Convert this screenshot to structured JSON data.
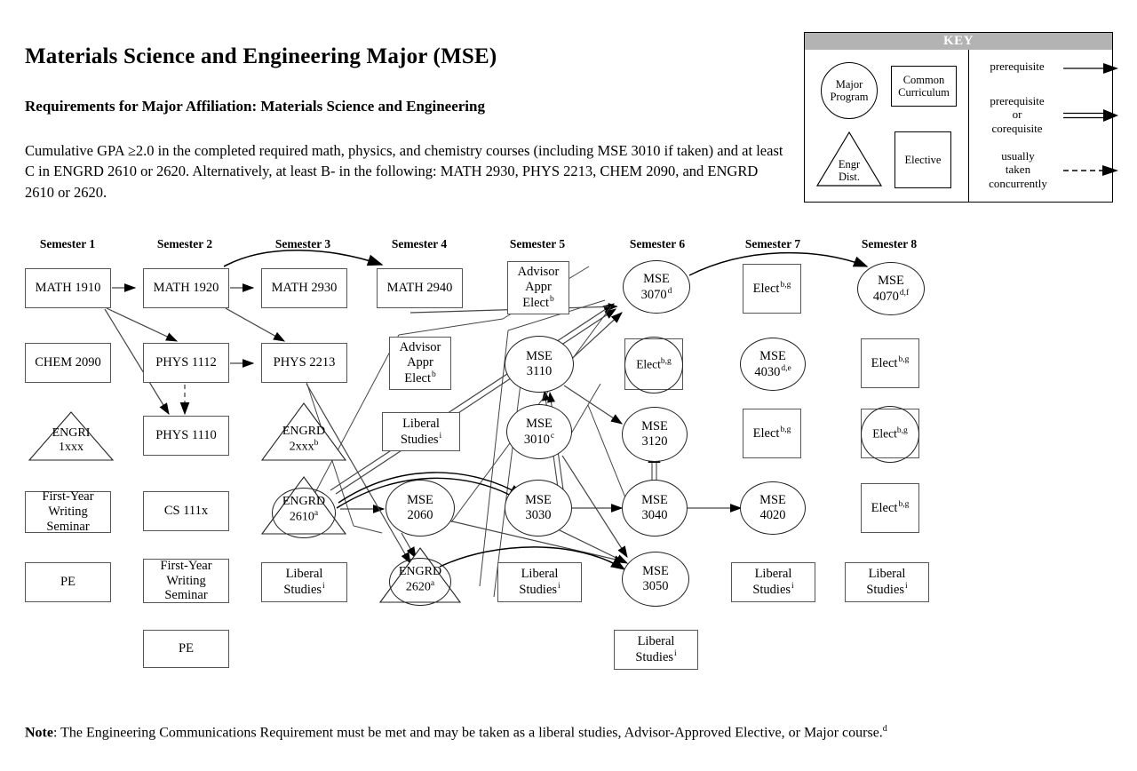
{
  "header": {
    "title": "Materials Science and Engineering Major (MSE)",
    "subtitle": "Requirements for Major Affiliation:  Materials Science and Engineering",
    "requirements": "Cumulative GPA ≥2.0 in the completed required math, physics, and chemistry courses (including MSE 3010 if taken) and at least C in ENGRD 2610 or 2620. Alternatively, at least B- in the following: MATH 2930, PHYS 2213, CHEM 2090, and ENGRD 2610 or 2620."
  },
  "note": {
    "label": "Note",
    "text": ": The Engineering Communications Requirement must be met and may be taken as a liberal studies, Advisor-Approved Elective, or Major course.",
    "sup": "d"
  },
  "key": {
    "title": "KEY",
    "shapes": [
      {
        "name": "major-program",
        "label": "Major\nProgram",
        "shape": "circle"
      },
      {
        "name": "common-curriculum",
        "label": "Common\nCurriculum",
        "shape": "rect"
      },
      {
        "name": "engr-dist",
        "label": "Engr\nDist.",
        "shape": "triangle"
      },
      {
        "name": "elective",
        "label": "Elective",
        "shape": "rect"
      }
    ],
    "legend": [
      {
        "name": "prerequisite",
        "label": "prerequisite",
        "style": "solid-arrow"
      },
      {
        "name": "prereq-or-coreq",
        "label": "prerequisite\nor\ncorequisite",
        "style": "double-arrow"
      },
      {
        "name": "usually-concurrent",
        "label": "usually\ntaken\nconcurrently",
        "style": "dashed-arrow"
      }
    ]
  },
  "semesters": [
    {
      "label": "Semester 1"
    },
    {
      "label": "Semester 2"
    },
    {
      "label": "Semester 3"
    },
    {
      "label": "Semester 4"
    },
    {
      "label": "Semester 5"
    },
    {
      "label": "Semester 6"
    },
    {
      "label": "Semester 7"
    },
    {
      "label": "Semester 8"
    }
  ],
  "nodes": {
    "math1910": {
      "label": "MATH 1910",
      "type": "common-curriculum"
    },
    "chem2090": {
      "label": "CHEM 2090",
      "type": "common-curriculum"
    },
    "engri1xxx": {
      "label": "ENGRI\n1xxx",
      "type": "common-curriculum"
    },
    "fws1": {
      "label": "First-Year\nWriting\nSeminar",
      "type": "common-curriculum"
    },
    "pe1": {
      "label": "PE",
      "type": "common-curriculum"
    },
    "math1920": {
      "label": "MATH 1920",
      "type": "common-curriculum"
    },
    "phys1112": {
      "label": "PHYS 1112",
      "type": "common-curriculum"
    },
    "phys1110": {
      "label": "PHYS 1110",
      "type": "common-curriculum"
    },
    "cs111x": {
      "label": "CS 111x",
      "type": "common-curriculum"
    },
    "fws2": {
      "label": "First-Year\nWriting\nSeminar",
      "type": "common-curriculum"
    },
    "pe2": {
      "label": "PE",
      "type": "common-curriculum"
    },
    "math2930": {
      "label": "MATH 2930",
      "type": "common-curriculum"
    },
    "phys2213": {
      "label": "PHYS 2213",
      "type": "common-curriculum"
    },
    "engrd2xxx": {
      "label": "ENGRD\n2xxx",
      "sup": "b",
      "type": "engr-dist"
    },
    "engrd2610": {
      "label": "ENGRD\n2610",
      "sup": "a",
      "type": "engr-dist-major"
    },
    "libstud3": {
      "label": "Liberal\nStudies",
      "sup": "i",
      "type": "common-curriculum"
    },
    "math2940": {
      "label": "MATH 2940",
      "type": "common-curriculum"
    },
    "advelect4": {
      "label": "Advisor\nAppr\nElect",
      "sup": "b",
      "type": "elective"
    },
    "libstud4": {
      "label": "Liberal\nStudies",
      "sup": "i",
      "type": "common-curriculum"
    },
    "mse2060": {
      "label": "MSE\n2060",
      "type": "major-program"
    },
    "engrd2620": {
      "label": "ENGRD\n2620",
      "sup": "a",
      "type": "engr-dist-major"
    },
    "advelect5": {
      "label": "Advisor\nAppr\nElect",
      "sup": "b",
      "type": "elective"
    },
    "mse3110": {
      "label": "MSE\n3110",
      "type": "major-program"
    },
    "mse3010": {
      "label": "MSE\n3010",
      "sup": "c",
      "type": "major-program"
    },
    "mse3030": {
      "label": "MSE\n3030",
      "type": "major-program"
    },
    "libstud5": {
      "label": "Liberal\nStudies",
      "sup": "i",
      "type": "common-curriculum"
    },
    "mse3070": {
      "label": "MSE\n3070",
      "sup": "d",
      "type": "major-program"
    },
    "elect6": {
      "label": "Elect",
      "sup": "b,g",
      "type": "elective-major"
    },
    "mse3120": {
      "label": "MSE\n3120",
      "type": "major-program"
    },
    "mse3040": {
      "label": "MSE\n3040",
      "type": "major-program"
    },
    "mse3050": {
      "label": "MSE\n3050",
      "type": "major-program"
    },
    "libstud6": {
      "label": "Liberal\nStudies",
      "sup": "i",
      "type": "common-curriculum"
    },
    "elect7a": {
      "label": "Elect",
      "sup": "b,g",
      "type": "elective"
    },
    "mse4030": {
      "label": "MSE\n4030",
      "sup": "d,e",
      "type": "major-program"
    },
    "elect7b": {
      "label": "Elect",
      "sup": "b,g",
      "type": "elective"
    },
    "mse4020": {
      "label": "MSE\n4020",
      "type": "major-program"
    },
    "libstud7": {
      "label": "Liberal\nStudies",
      "sup": "i",
      "type": "common-curriculum"
    },
    "mse4070": {
      "label": "MSE\n4070",
      "sup": "d,f",
      "type": "major-program"
    },
    "elect8a": {
      "label": "Elect",
      "sup": "b,g",
      "type": "elective"
    },
    "elect8b": {
      "label": "Elect",
      "sup": "b,g",
      "type": "elective-major"
    },
    "elect8c": {
      "label": "Elect",
      "sup": "b,g",
      "type": "elective"
    },
    "libstud8": {
      "label": "Liberal\nStudies",
      "sup": "i",
      "type": "common-curriculum"
    }
  },
  "colors": {
    "key_header_bg": "#b3b3b3",
    "key_header_text": "#ffffff",
    "node_border": "#555555",
    "circle_border": "#222222",
    "edge": "#000000",
    "page_bg": "#ffffff"
  }
}
